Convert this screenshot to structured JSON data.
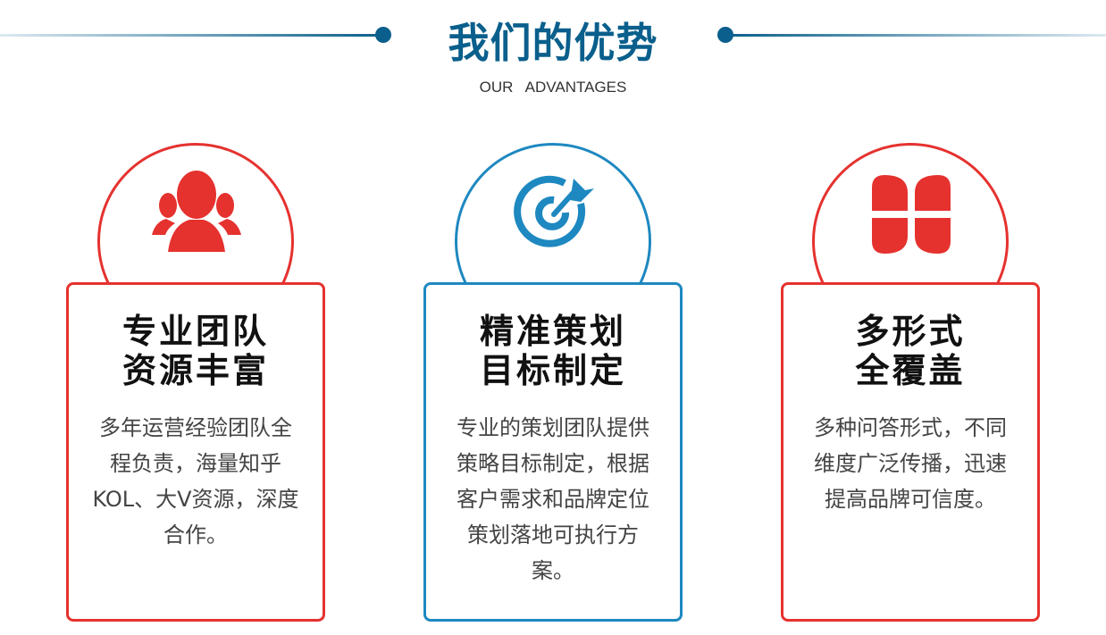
{
  "header": {
    "title": "我们的优势",
    "subtitle": "OUR   ADVANTAGES"
  },
  "colors": {
    "title": "#0a5f8c",
    "red": "#e5322f",
    "blue": "#1e88c0"
  },
  "cards": [
    {
      "icon": "team-icon",
      "title1": "专业团队",
      "title2": "资源丰富",
      "desc": "多年运营经验团队全程负责，海量知乎KOL、大V资源，深度合作。"
    },
    {
      "icon": "target-icon",
      "title1": "精准策划",
      "title2": "目标制定",
      "desc": "专业的策划团队提供策略目标制定，根据客户需求和品牌定位策划落地可执行方案。"
    },
    {
      "icon": "clover-icon",
      "title1": "多形式",
      "title2": "全覆盖",
      "desc": "多种问答形式，不同维度广泛传播，迅速提高品牌可信度。"
    }
  ]
}
